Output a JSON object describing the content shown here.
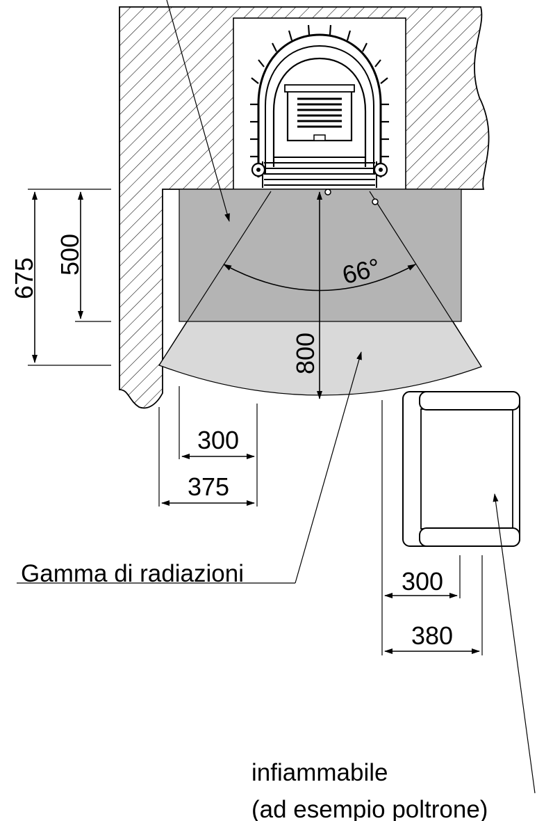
{
  "dimensions": {
    "d675": "675",
    "d500": "500",
    "angle": "66°",
    "d800": "800",
    "d300_left": "300",
    "d375": "375",
    "d300_right": "300",
    "d380": "380"
  },
  "labels": {
    "radiation": "Gamma di radiazioni",
    "flammable_line1": "infiammabile",
    "flammable_line2": "(ad esempio poltrone)"
  },
  "colors": {
    "zone_dark": "#b4b4b4",
    "zone_light": "#d9d9d9",
    "outline": "#000000"
  }
}
